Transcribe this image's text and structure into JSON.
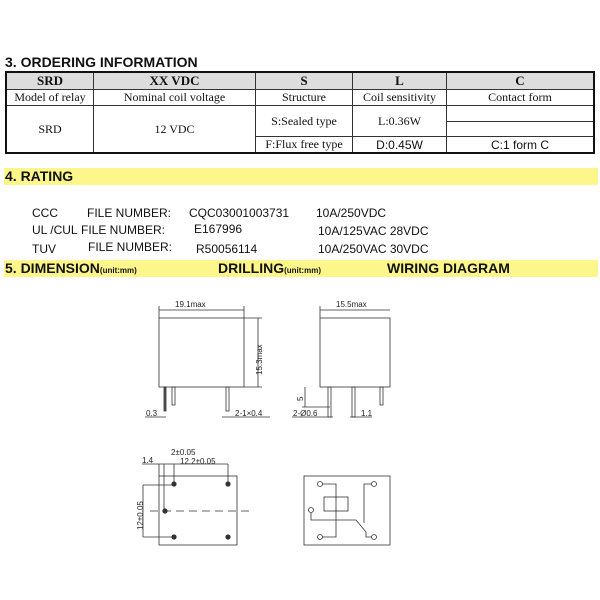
{
  "ordering": {
    "title": "3. ORDERING INFORMATION",
    "codes": [
      "SRD",
      "XX VDC",
      "S",
      "L",
      "C"
    ],
    "headers": [
      "Model of relay",
      "Nominal coil voltage",
      "Structure",
      "Coil  sensitivity",
      "Contact form"
    ],
    "model": "SRD",
    "voltage": "12  VDC",
    "structure": [
      "S:Sealed  type",
      "F:Flux free type"
    ],
    "sensitivity": [
      "L:0.36W",
      "D:0.45W"
    ],
    "contact": "C:1 form C"
  },
  "rating": {
    "title": "4. RATING",
    "rows": [
      {
        "agency": "CCC",
        "label": "FILE NUMBER:",
        "number": "CQC03001003731",
        "spec": "10A/250VDC"
      },
      {
        "agency": "UL /CUL",
        "label": "FILE NUMBER:",
        "number": "E167996",
        "spec": "10A/125VAC 28VDC"
      },
      {
        "agency": "TUV",
        "label": "FILE NUMBER:",
        "number": "R50056114",
        "spec": "10A/250VAC 30VDC"
      }
    ]
  },
  "dimension": {
    "title": "5. DIMENSION",
    "unit": "(unit:mm)",
    "drilling": "DRILLING",
    "drilling_unit": "(unit:mm)",
    "wiring": "WIRING DIAGRAM",
    "labels": {
      "width": "19.1max",
      "height": "15.3max",
      "depth": "15.5max",
      "pin_thk": "0.3",
      "pin_w": "2-1×0.4",
      "pin_len": "5",
      "pin_dia": "2-Ø0.6",
      "pin_gap": "1.1",
      "d1": "2±0.05",
      "d2": "12.2±0.05",
      "d3": "1.4",
      "d4": "12±0.05"
    }
  }
}
